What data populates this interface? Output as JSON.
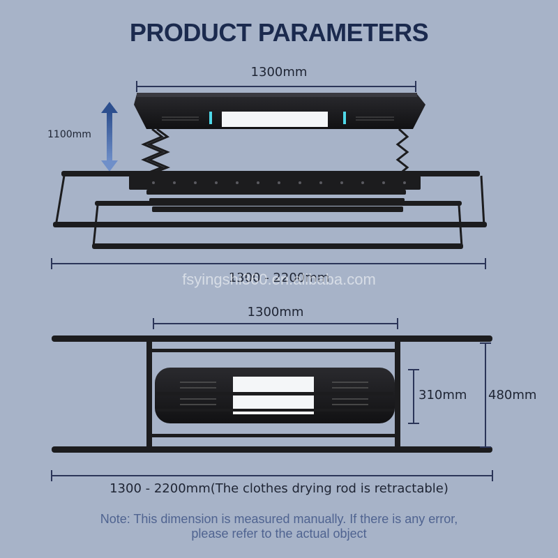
{
  "title": "PRODUCT PARAMETERS",
  "top_view": {
    "width_label": "1300mm",
    "height_label": "1100mm",
    "range_label": "1300 - 2200mm"
  },
  "watermark": "fsyingshi360.en.alibaba.com",
  "bottom_view": {
    "width_label": "1300mm",
    "depth_inner_label": "310mm",
    "depth_outer_label": "480mm",
    "range_label": "1300 - 2200mm(The clothes drying rod is retractable)"
  },
  "note": {
    "line1": "Note: This dimension is measured manually. If there is any error,",
    "line2": "please refer to the actual object"
  },
  "colors": {
    "background": "#a7b3c8",
    "title": "#1b2a4e",
    "dimension_line": "#2b3558",
    "product": "#1c1c1e",
    "led_light": "#f4f6f8",
    "uv_light": "#4fd8e8",
    "note_text": "#4f6390"
  }
}
